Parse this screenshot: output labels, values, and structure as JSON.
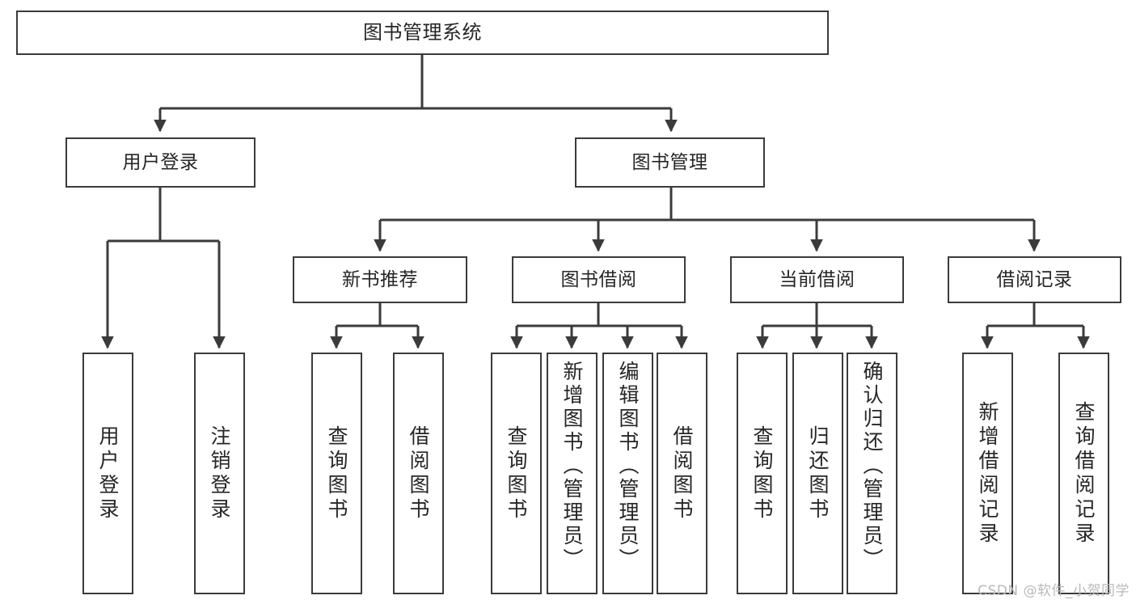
{
  "diagram": {
    "title": "图书管理系统",
    "type": "tree-hierarchy-diagram",
    "line_color": "#3b3b3b",
    "box_fill": "#ffffff",
    "text_color": "#262626",
    "watermark": "CSDN @软件_小贺同学"
  },
  "root": {
    "label": "图书管理系统"
  },
  "level2": [
    {
      "label": "用户登录"
    },
    {
      "label": "图书管理"
    }
  ],
  "level3": [
    {
      "label": "新书推荐"
    },
    {
      "label": "图书借阅"
    },
    {
      "label": "当前借阅"
    },
    {
      "label": "借阅记录"
    }
  ],
  "leaves": {
    "user_login": [
      {
        "label": "用户登录"
      },
      {
        "label": "注销登录"
      }
    ],
    "new_book_recommend": [
      {
        "label": "查询图书"
      },
      {
        "label": "借阅图书"
      }
    ],
    "book_borrow": [
      {
        "label": "查询图书"
      },
      {
        "label": "新增图书（管理员）"
      },
      {
        "label": "编辑图书（管理员）"
      },
      {
        "label": "借阅图书"
      }
    ],
    "current_borrow": [
      {
        "label": "查询图书"
      },
      {
        "label": "归还图书"
      },
      {
        "label": "确认归还（管理员）"
      }
    ],
    "borrow_record": [
      {
        "label": "新增借阅记录"
      },
      {
        "label": "查询借阅记录"
      }
    ]
  }
}
